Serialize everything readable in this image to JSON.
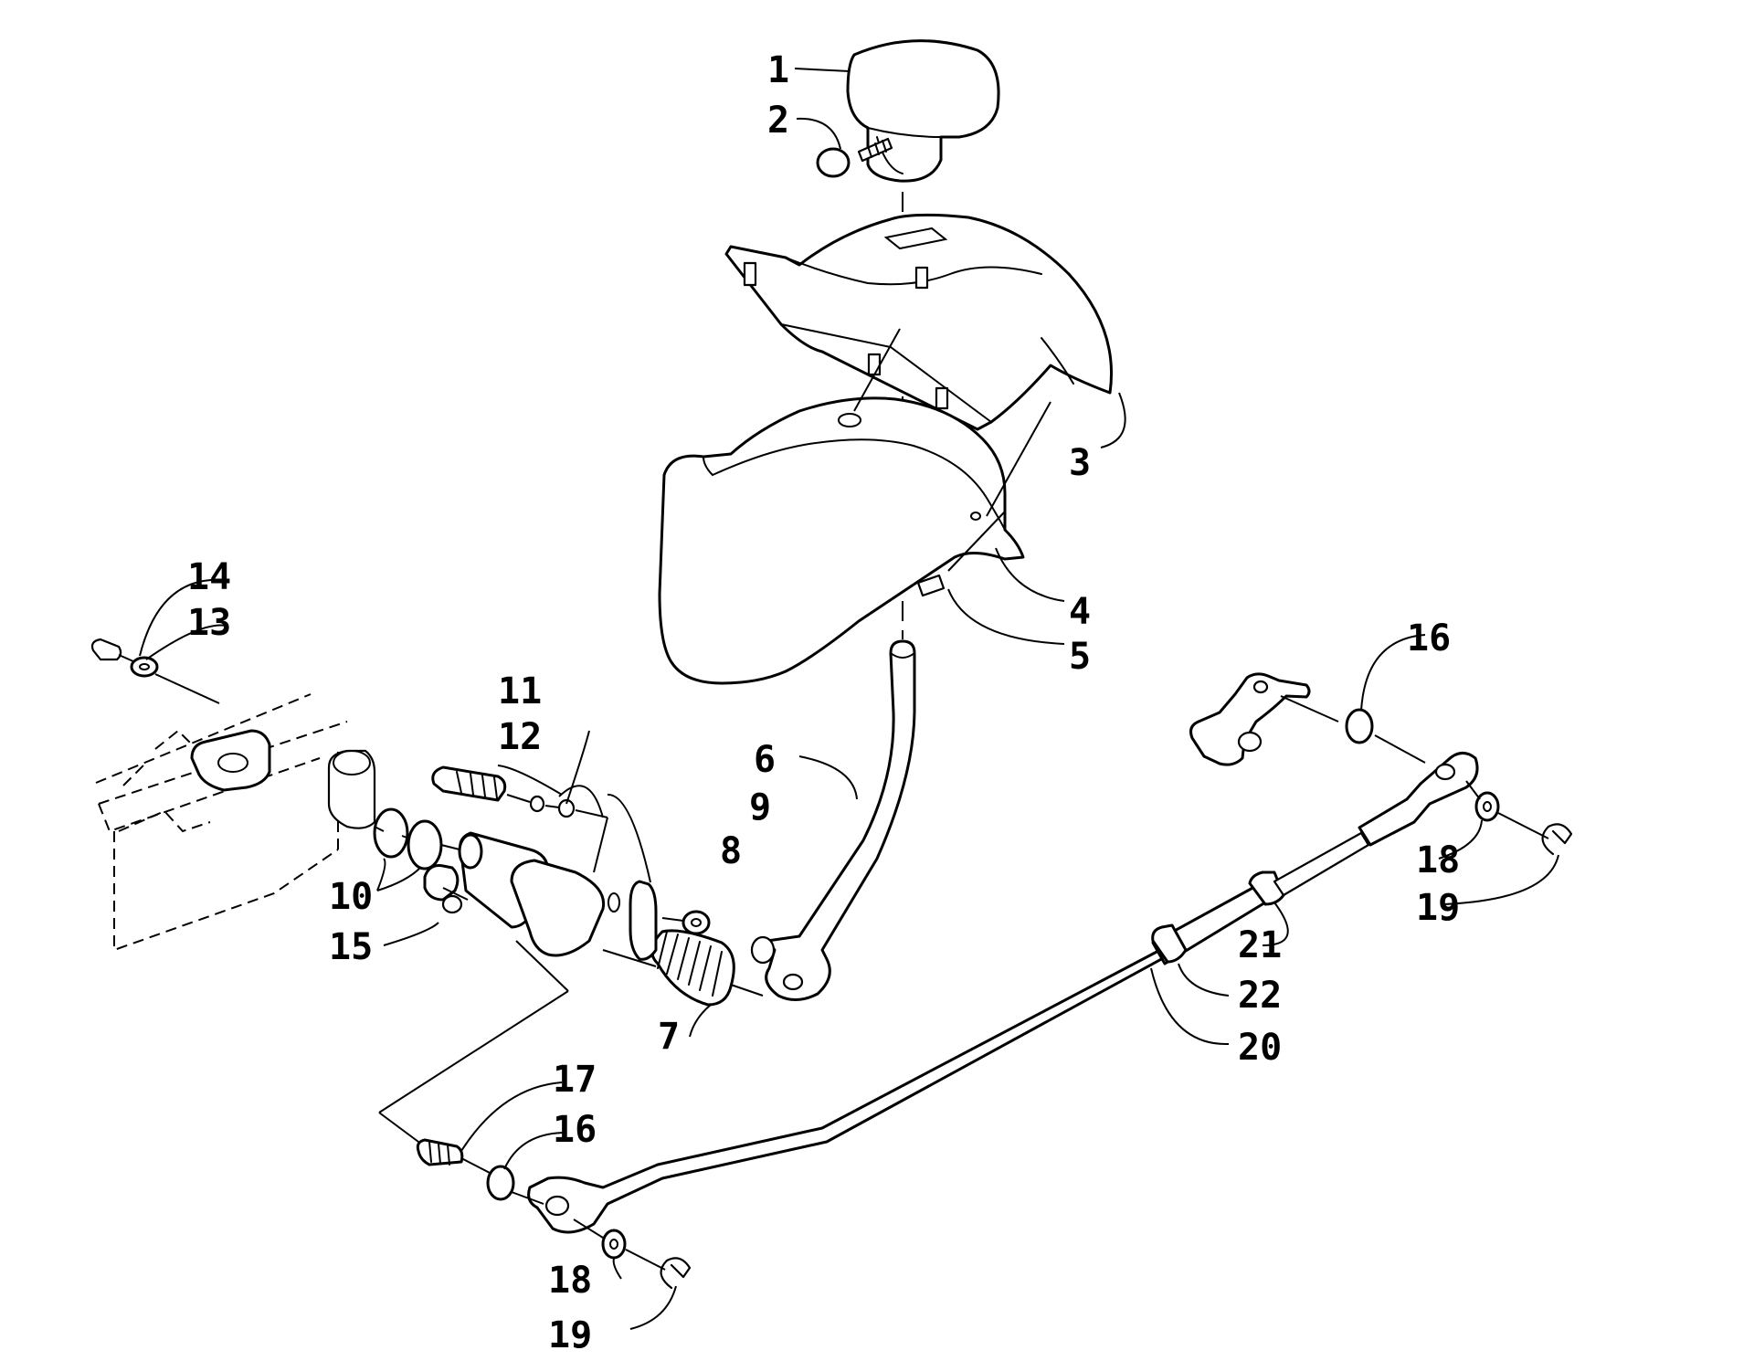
{
  "labels": {
    "l1": "1",
    "l2": "2",
    "l3": "3",
    "l4": "4",
    "l5": "5",
    "l6": "6",
    "l7": "7",
    "l8": "8",
    "l9": "9",
    "l10": "10",
    "l11": "11",
    "l12": "12",
    "l13": "13",
    "l14": "14",
    "l15": "15",
    "l16a": "16",
    "l16b": "16",
    "l17": "17",
    "l18a": "18",
    "l18b": "18",
    "l19a": "19",
    "l19b": "19",
    "l20": "20",
    "l21": "21",
    "l22": "22"
  },
  "colors": {
    "line": "#000000",
    "background": "#ffffff"
  }
}
